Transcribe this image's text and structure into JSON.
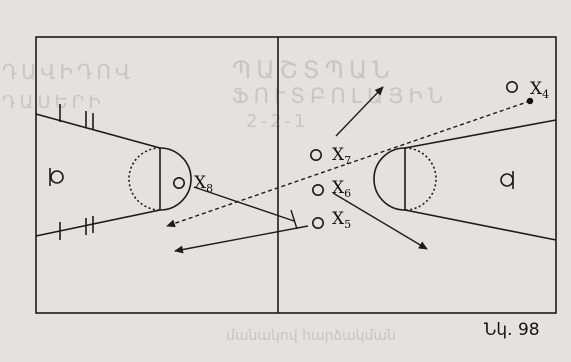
{
  "figure_caption": "Նկ. 98",
  "players": [
    {
      "id": "x4",
      "letter": "X",
      "sub": "4"
    },
    {
      "id": "x7",
      "letter": "X",
      "sub": "7"
    },
    {
      "id": "x6",
      "letter": "X",
      "sub": "6"
    },
    {
      "id": "x5",
      "letter": "X",
      "sub": "5"
    },
    {
      "id": "x8",
      "letter": "X",
      "sub": "8"
    }
  ],
  "background_text": {
    "line1": "ՊԱՇՏՊԱՆ",
    "line2": "ՖՈՒՏԲՈԼԱՅԻՆ",
    "line3": "2-2-1",
    "line4": "մանակով հարձակման",
    "left1": "ԴԱՎԻԴՈՎ",
    "left2": "ԴԱՍԵՐԻ"
  },
  "colors": {
    "paper": "#e4e1de",
    "court_fill": "#ffffff",
    "ink": "#1c1c1c"
  }
}
